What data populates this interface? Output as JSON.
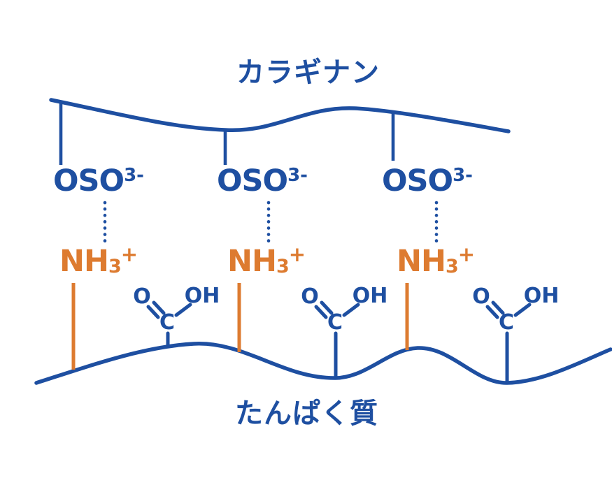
{
  "diagram": {
    "title_top": "カラギナン",
    "title_bottom": "たんぱく質",
    "sulfate": {
      "main": "OSO",
      "charge": "3-"
    },
    "ammonium": {
      "main": "NH",
      "count": "3",
      "charge": "+"
    },
    "carboxyl": {
      "oxygen": "O",
      "carbon": "C",
      "hydroxyl": "OH"
    }
  },
  "colors": {
    "chain_blue": "#1e4fa1",
    "ammonium_orange": "#dd7b30",
    "background": "#ffffff"
  }
}
